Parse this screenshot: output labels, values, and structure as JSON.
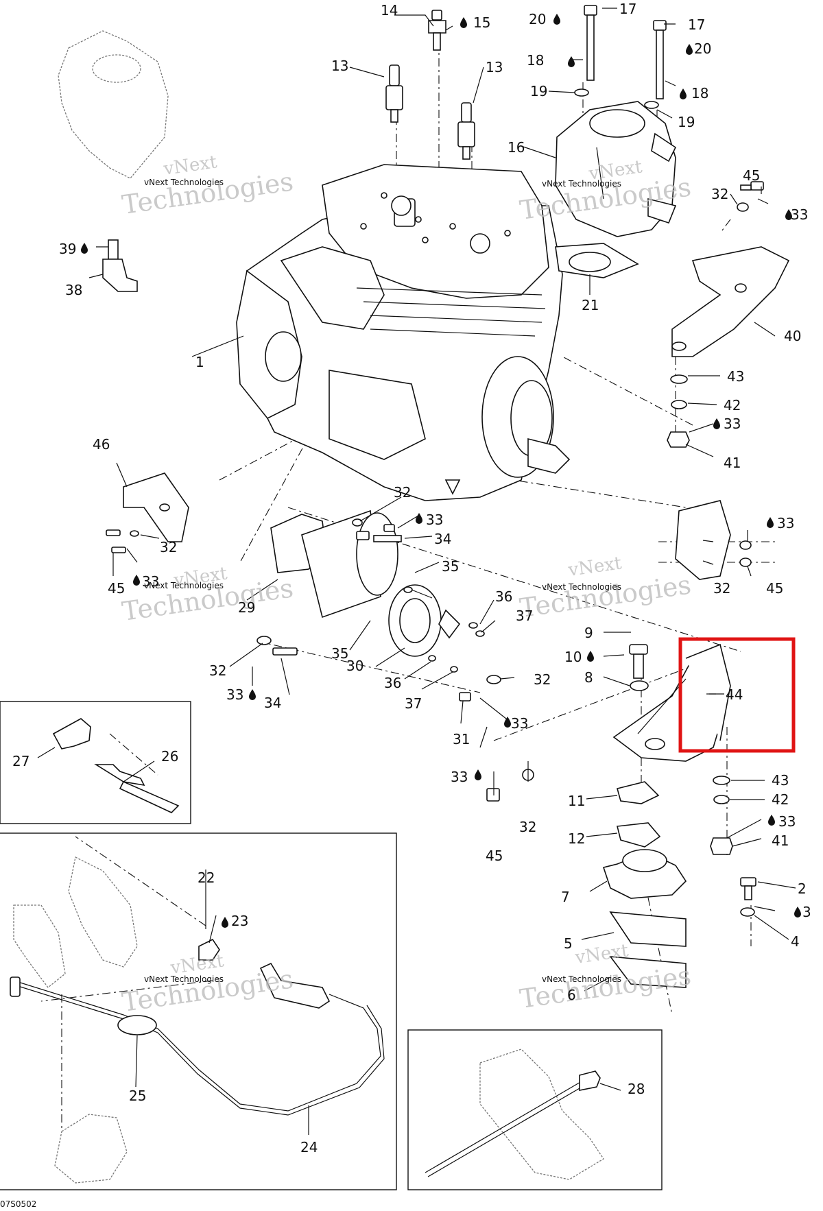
{
  "diagram_code": "07S0502",
  "watermark": {
    "line1": "vNext",
    "line2": "Technologies",
    "combined": "vNext Technologies"
  },
  "highlight": {
    "label": "44",
    "color": "#e01414"
  },
  "callouts": {
    "n1": "1",
    "n2": "2",
    "n3": "3",
    "n4": "4",
    "n5": "5",
    "n6": "6",
    "n7": "7",
    "n8": "8",
    "n9": "9",
    "n10": "10",
    "n11": "11",
    "n12": "12",
    "n13a": "13",
    "n13b": "13",
    "n14": "14",
    "n15": "15",
    "n16": "16",
    "n17a": "17",
    "n17b": "17",
    "n18a": "18",
    "n18b": "18",
    "n19a": "19",
    "n19b": "19",
    "n20a": "20",
    "n20b": "20",
    "n21": "21",
    "n22": "22",
    "n23": "23",
    "n24": "24",
    "n25": "25",
    "n26": "26",
    "n27": "27",
    "n28": "28",
    "n29": "29",
    "n30": "30",
    "n31": "31",
    "n32a": "32",
    "n32b": "32",
    "n32c": "32",
    "n32d": "32",
    "n32e": "32",
    "n32f": "32",
    "n32g": "32",
    "n33a": "33",
    "n33b": "33",
    "n33c": "33",
    "n33d": "33",
    "n33e": "33",
    "n33f": "33",
    "n33g": "33",
    "n33h": "33",
    "n33i": "33",
    "n34a": "34",
    "n34b": "34",
    "n35a": "35",
    "n35b": "35",
    "n36a": "36",
    "n36b": "36",
    "n37a": "37",
    "n37b": "37",
    "n38": "38",
    "n39": "39",
    "n40": "40",
    "n41a": "41",
    "n41b": "41",
    "n42a": "42",
    "n42b": "42",
    "n43a": "43",
    "n43b": "43",
    "n44": "44",
    "n45a": "45",
    "n45b": "45",
    "n45c": "45",
    "n45d": "45",
    "n46": "46"
  }
}
